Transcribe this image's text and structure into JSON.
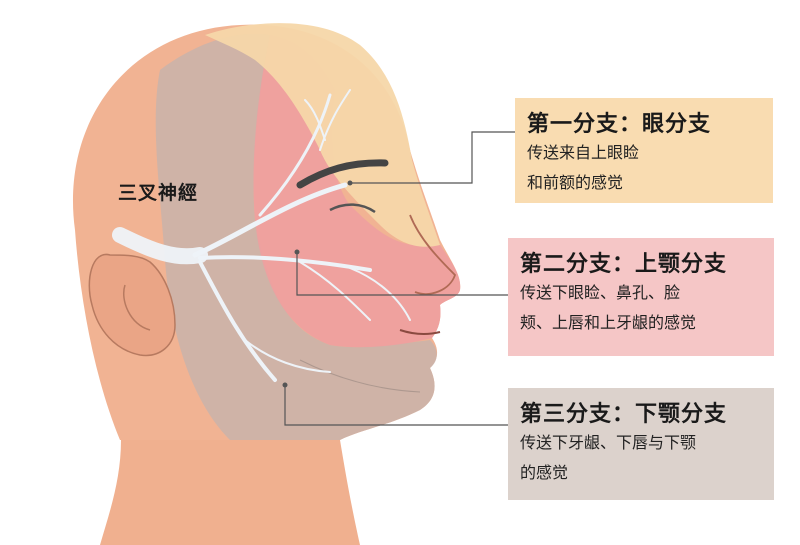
{
  "nerve_label": "三叉神經",
  "branches": [
    {
      "title": "第一分支：眼分支",
      "lines": [
        "传送来自上眼睑",
        "和前额的感觉"
      ],
      "color": "#f9dcb1"
    },
    {
      "title": "第二分支：上颚分支",
      "lines": [
        "传送下眼睑、鼻孔、脸",
        "颊、上唇和上牙龈的感觉"
      ],
      "color": "#f5c6c6"
    },
    {
      "title": "第三分支：下颚分支",
      "lines": [
        "传送下牙龈、下唇与下颚",
        "的感觉"
      ],
      "color": "#dcd2cc"
    }
  ],
  "colors": {
    "skin": "#f1b393",
    "ophthalmic_zone": "#f6d7a9",
    "maxillary_zone": "#ee9fa0",
    "mandibular_zone": "#c9b3aa",
    "nerve": "#eef3f8"
  }
}
